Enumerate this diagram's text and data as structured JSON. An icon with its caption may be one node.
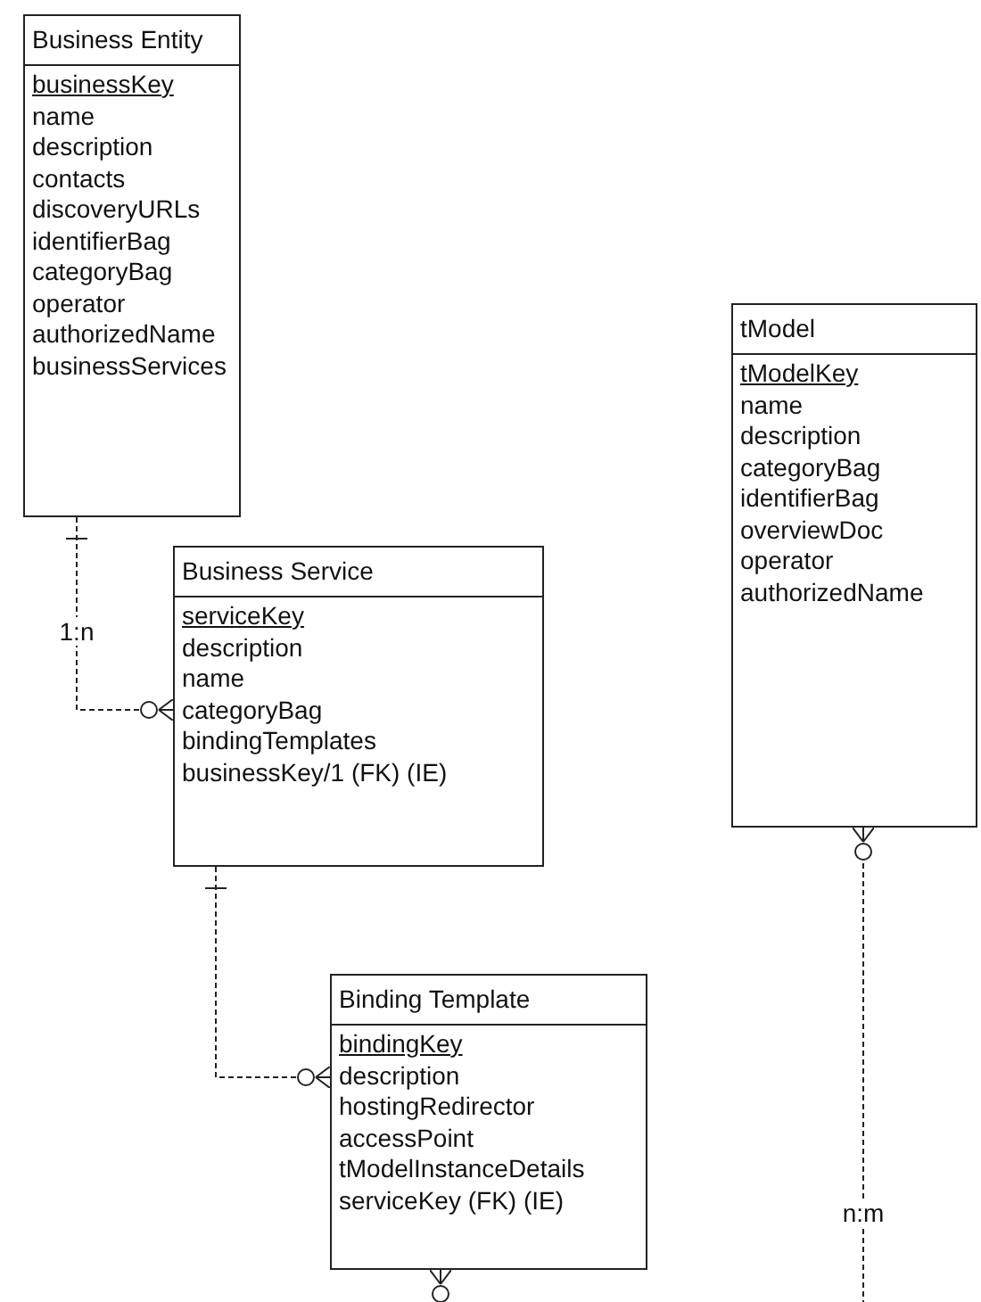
{
  "diagram": {
    "nodes": [
      {
        "text": [
          "Business Entity",
          "businessKey",
          "name",
          "description",
          "contacts",
          "discoveryURLs",
          "identifierBag",
          "categoryBag",
          "operator",
          "authorizedName",
          "businessServices"
        ]
      },
      {
        "text": [
          "Business Service",
          "serviceKey",
          "description",
          "name",
          "categoryBag",
          "bindingTemplates",
          "businessKey/1 (FK) (IE)"
        ]
      },
      {
        "text": [
          "Binding Template",
          "bindingKey",
          "description",
          "hostingRedirector",
          "accessPoint",
          "tModelInstanceDetails",
          "serviceKey (FK) (IE)"
        ]
      },
      {
        "text": [
          "tModel",
          "tModelKey",
          "name",
          "description",
          "categoryBag",
          "identifierBag",
          "overviewDoc",
          "operator",
          "authorizedName"
        ]
      }
    ],
    "edges": [
      {
        "from": 0,
        "to": 1,
        "arrow": "other",
        "style": "dashed",
        "label": "1:n"
      },
      {
        "from": 1,
        "to": 2,
        "arrow": "other",
        "style": "dashed"
      },
      {
        "from": 2,
        "to": null,
        "arrow": "other",
        "style": "dashed"
      },
      {
        "from": 3,
        "to": null,
        "arrow": "other",
        "style": "dashed",
        "label": "n:m"
      }
    ]
  }
}
